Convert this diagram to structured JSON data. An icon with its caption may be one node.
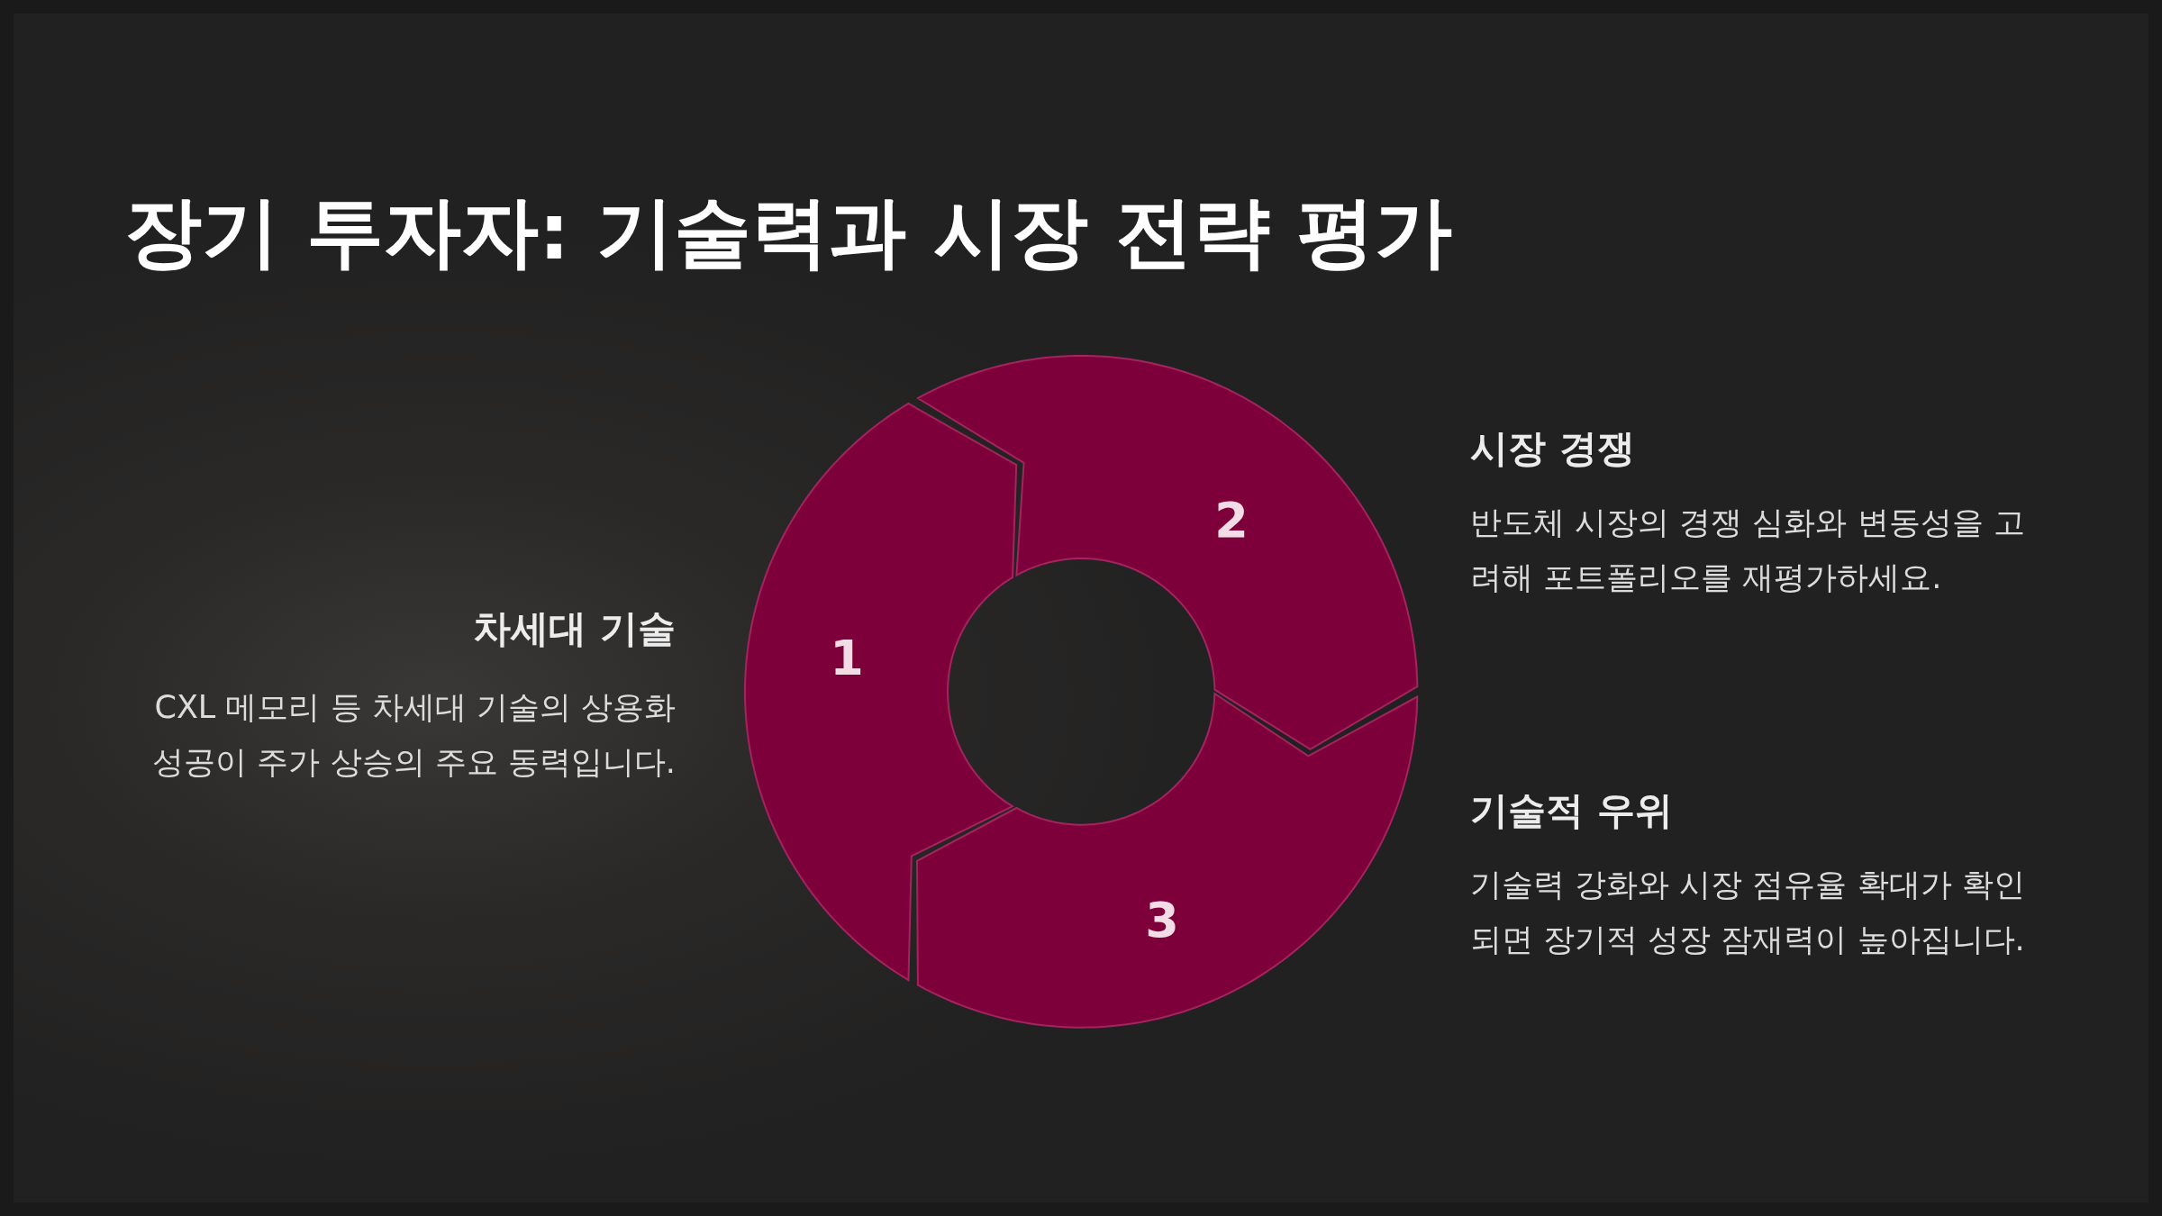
{
  "diagram": {
    "title": "장기 투자자: 기술력과 시장 전략 평가",
    "nodes": [
      {
        "text": [
          "1"
        ]
      },
      {
        "text": [
          "2"
        ]
      },
      {
        "text": [
          "3"
        ]
      }
    ],
    "labels": [
      "시장 경쟁",
      "반도체 시장의 경쟁 심화와 변동성을 고려해 포트폴리오를 재평가하세요.",
      "차세대 기술",
      "CXL 메모리 등 차세대 기술의 상용화 성공이 주가 상승의 주요 동력입니다.",
      "기술적 우위",
      "기술력 강화와 시장 점유율 확대가 확인되면 장기적 성장 잠재력이 높아집니다."
    ]
  }
}
